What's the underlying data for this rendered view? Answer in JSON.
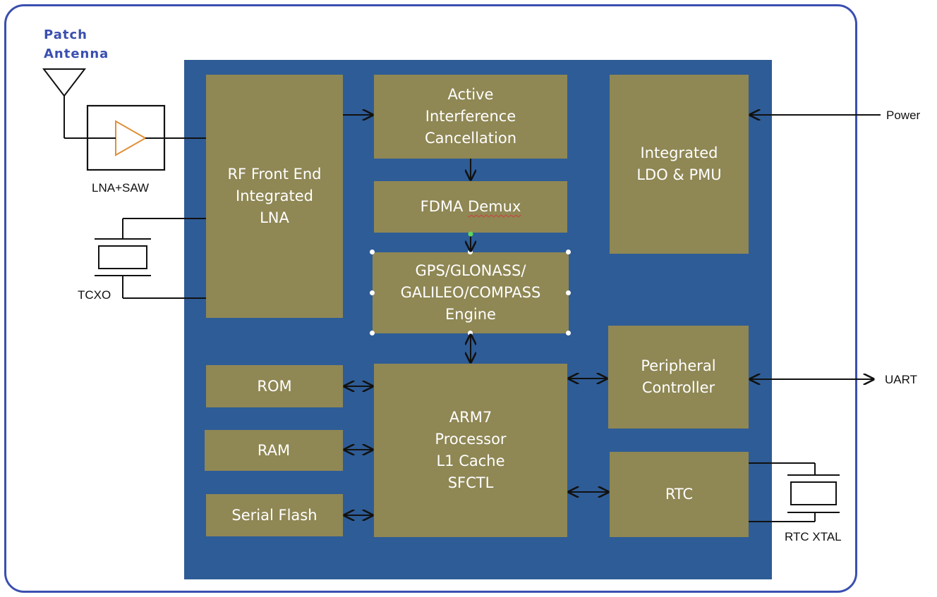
{
  "antenna": {
    "title": "Patch\nAntenna"
  },
  "external": {
    "lna_saw": "LNA+SAW",
    "tcxo": "TCXO",
    "rtc_xtal": "RTC XTAL",
    "power": "Power",
    "uart": "UART"
  },
  "blocks": {
    "rf_front_end": "RF Front End\nIntegrated\nLNA",
    "aic": "Active\nInterference\nCancellation",
    "fdma_prefix": "FDMA ",
    "fdma_word": "Demux",
    "engine": "GPS/GLONASS/\nGALILEO/COMPASS\nEngine",
    "ldo_pmu": "Integrated\nLDO & PMU",
    "rom": "ROM",
    "ram": "RAM",
    "serial_flash": "Serial Flash",
    "arm7": "ARM7\nProcessor\nL1 Cache\nSFCTL",
    "peripheral": "Peripheral\nController",
    "rtc": "RTC"
  },
  "colors": {
    "frame": "#3a4fb0",
    "chip_background": "#2e5c96",
    "block_fill": "#8f8754",
    "block_text": "#ffffff",
    "amplifier": "#e0903a",
    "wire": "#111111"
  }
}
